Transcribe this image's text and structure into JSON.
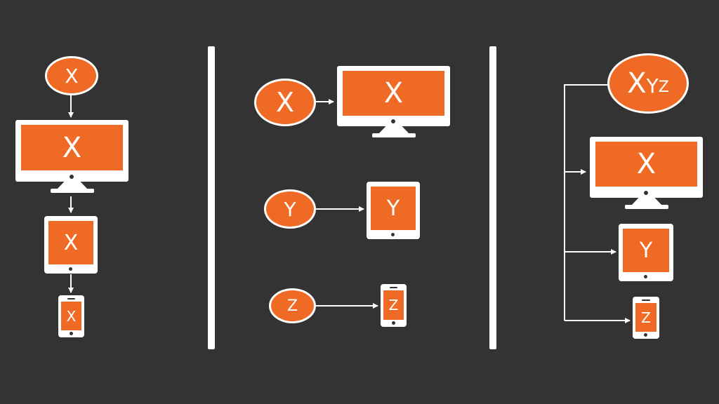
{
  "colors": {
    "background": "#333333",
    "accent": "#ef6a25",
    "line": "#ffffff"
  },
  "panel_left": {
    "circle_label": "X",
    "monitor_label": "X",
    "tablet_label": "X",
    "phone_label": "X"
  },
  "panel_middle": {
    "row_x": {
      "circle_label": "X",
      "monitor_label": "X"
    },
    "row_y": {
      "circle_label": "Y",
      "tablet_label": "Y"
    },
    "row_z": {
      "circle_label": "Z",
      "phone_label": "Z"
    }
  },
  "panel_right": {
    "circle_label_x": "X",
    "circle_label_y": "Y",
    "circle_label_z": "Z",
    "monitor_label": "X",
    "tablet_label": "Y",
    "phone_label": "Z"
  }
}
